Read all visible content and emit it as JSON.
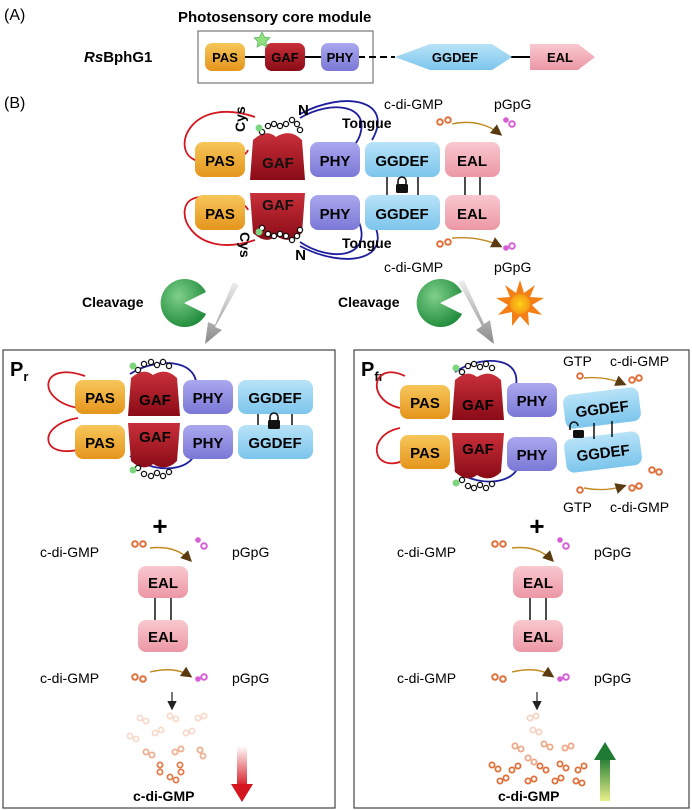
{
  "panel_a": {
    "letter": "(A)",
    "module_title": "Photosensory core module",
    "protein_prefix": "Rs",
    "protein_suffix": "BphG1",
    "domains": [
      "PAS",
      "GAF",
      "PHY",
      "GGDEF",
      "EAL"
    ]
  },
  "panel_b": {
    "letter": "(B)",
    "cys_label": "Cys",
    "n_label": "N",
    "tongue_label": "Tongue",
    "substrate": "c-di-GMP",
    "product": "pGpG",
    "cleavage_label": "Cleavage",
    "domains": {
      "pas": "PAS",
      "gaf": "GAF",
      "phy": "PHY",
      "ggdef": "GGDEF",
      "eal": "EAL"
    }
  },
  "pr_box": {
    "state_main": "P",
    "state_sub": "r",
    "plus": "+",
    "substrate": "c-di-GMP",
    "product": "pGpG",
    "result_label": "c-di-GMP",
    "trend": "decrease"
  },
  "pfr_box": {
    "state_main": "P",
    "state_sub": "fr",
    "gtp": "GTP",
    "plus": "+",
    "substrate": "c-di-GMP",
    "product": "pGpG",
    "result_label": "c-di-GMP",
    "trend": "increase"
  },
  "colors": {
    "pas": "#f0a52a",
    "gaf": "#a3111d",
    "phy": "#8f8ce0",
    "ggdef": "#8dd0f2",
    "eal": "#f3a9b4",
    "linker_red": "#d31920",
    "tongue_blue": "#1f1f9e",
    "cys_green": "#7dd67d",
    "cdigmp": "#e0703a",
    "pgpg": "#d65fd6",
    "down_arrow": "#d4141e",
    "up_arrow": "#1f7a34"
  }
}
